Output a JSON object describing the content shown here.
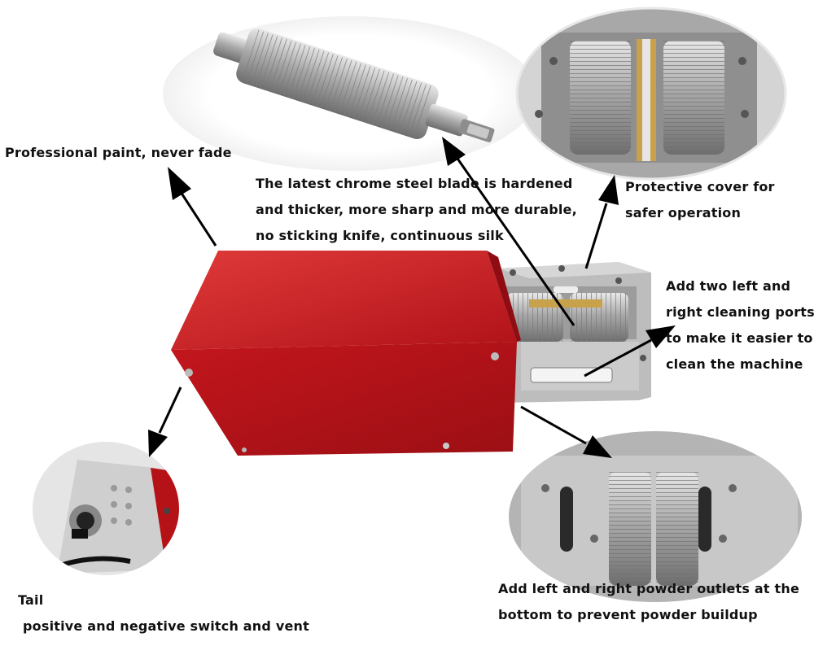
{
  "labels": {
    "paint": [
      "Professional paint, never fade"
    ],
    "blade": [
      "The latest chrome steel blade is hardened",
      "and thicker, more sharp and more durable,",
      "no sticking knife, continuous silk"
    ],
    "cover": [
      "Protective cover for",
      "safer operation"
    ],
    "ports": [
      "Add two left and",
      "right cleaning ports",
      "to make it easier to",
      "clean the machine"
    ],
    "outlets": [
      "Add left and right powder outlets at the",
      "bottom to prevent powder buildup"
    ],
    "tail": [
      "Tail",
      "positive and negative switch and vent"
    ]
  },
  "colors": {
    "body_red": "#c0141c",
    "metal": "#b9b9b9",
    "arrow": "#000000"
  }
}
